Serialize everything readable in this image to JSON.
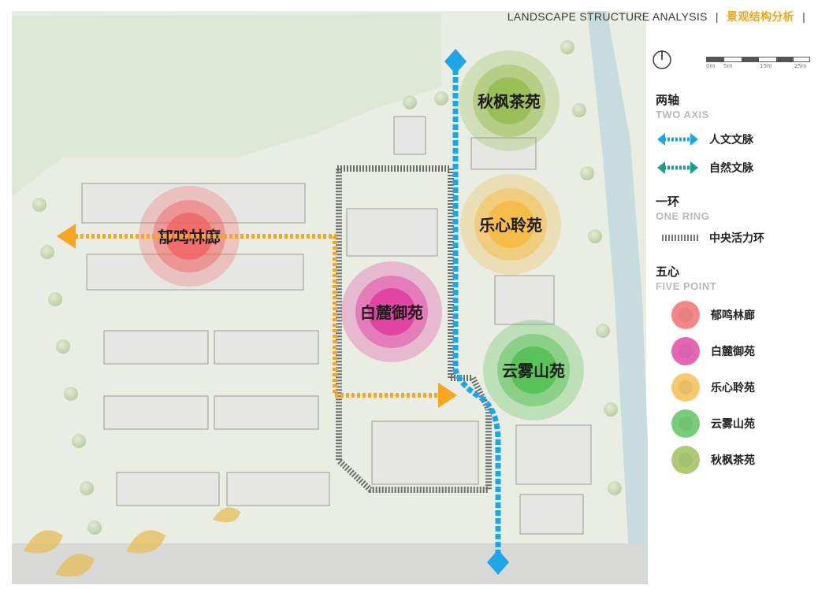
{
  "header": {
    "title_en": "LANDSCAPE STRUCTURE ANALYSIS",
    "title_zh": "景观结构分析"
  },
  "scale_bar": {
    "labels": [
      "0m",
      "5m",
      "15m",
      "25m"
    ]
  },
  "zones": [
    {
      "label": "郁鸣林廊",
      "color": "#f16060"
    },
    {
      "label": "白麓御苑",
      "color": "#e0339b"
    },
    {
      "label": "乐心聆苑",
      "color": "#f5b73a"
    },
    {
      "label": "云雾山苑",
      "color": "#4bbd4b"
    },
    {
      "label": "秋枫茶苑",
      "color": "#93b948"
    }
  ],
  "legend": {
    "two_axis": {
      "title_zh": "两轴",
      "title_en": "TWO AXIS",
      "items": [
        {
          "label": "人文文脉",
          "color": "#1ea6e8"
        },
        {
          "label": "自然文脉",
          "color": "#1a9e8e"
        }
      ]
    },
    "one_ring": {
      "title_zh": "一环",
      "title_en": "ONE RING",
      "items": [
        {
          "label": "中央活力环",
          "color": "#777777"
        }
      ]
    },
    "five_point": {
      "title_zh": "五心",
      "title_en": "FIVE POINT"
    }
  },
  "colors": {
    "axis_orange": "#f5a623",
    "axis_blue": "#1ea6e8",
    "ring_gray": "#6e6e6e"
  }
}
